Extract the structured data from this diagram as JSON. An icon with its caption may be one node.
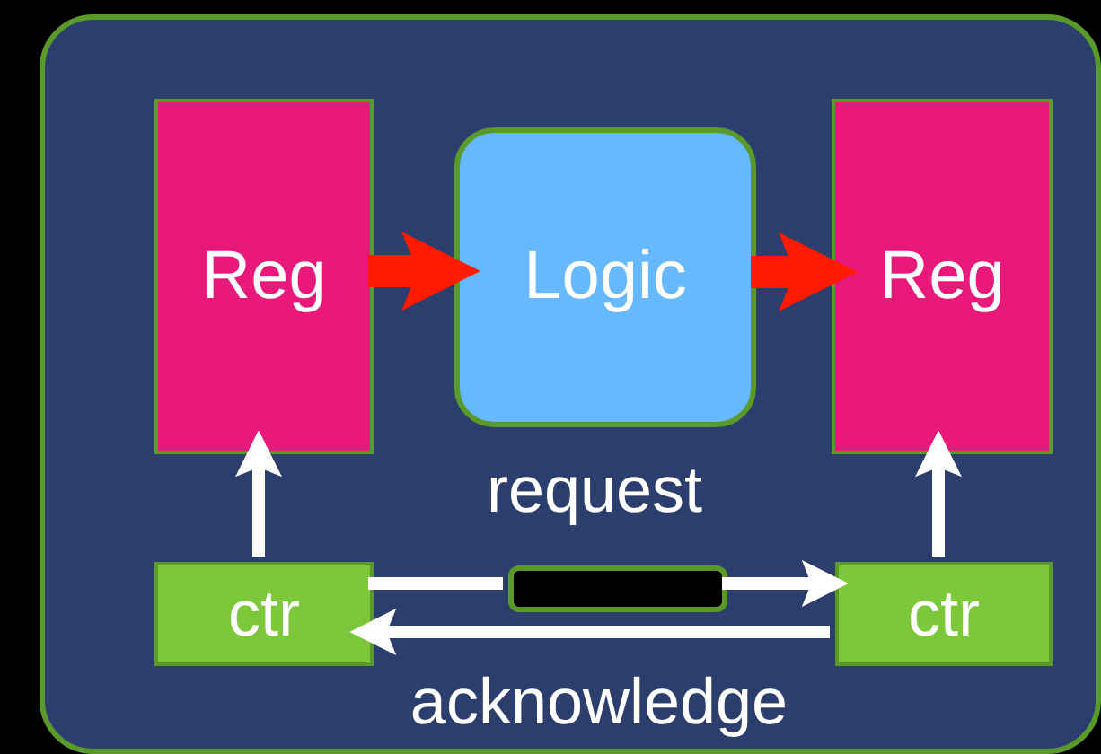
{
  "diagram": {
    "nodes": [
      {
        "text": [],
        "shape": "box"
      },
      {
        "text": [
          "Reg"
        ],
        "in": 0
      },
      {
        "text": [
          "Logic"
        ],
        "in": 0
      },
      {
        "text": [
          "Reg"
        ],
        "in": 0
      },
      {
        "text": [
          "ctr"
        ],
        "in": 0
      },
      {
        "text": [],
        "shape": "box",
        "in": 0
      },
      {
        "text": [
          "ctr"
        ],
        "in": 0
      }
    ],
    "edges": [
      {
        "from": 1,
        "to": 2,
        "arrow": "to",
        "style": "thick",
        "color": "#ff1a00"
      },
      {
        "from": 2,
        "to": 3,
        "arrow": "to",
        "style": "thick",
        "color": "#ff1a00"
      },
      {
        "from": 4,
        "to": 1,
        "arrow": "to"
      },
      {
        "from": 6,
        "to": 3,
        "arrow": "to"
      },
      {
        "from": 4,
        "to": 5,
        "arrow": "none"
      },
      {
        "from": 5,
        "to": 6,
        "arrow": "to"
      },
      {
        "from": 6,
        "to": 4,
        "arrow": "to",
        "label": "acknowledge"
      }
    ],
    "labels": [
      "request"
    ]
  }
}
